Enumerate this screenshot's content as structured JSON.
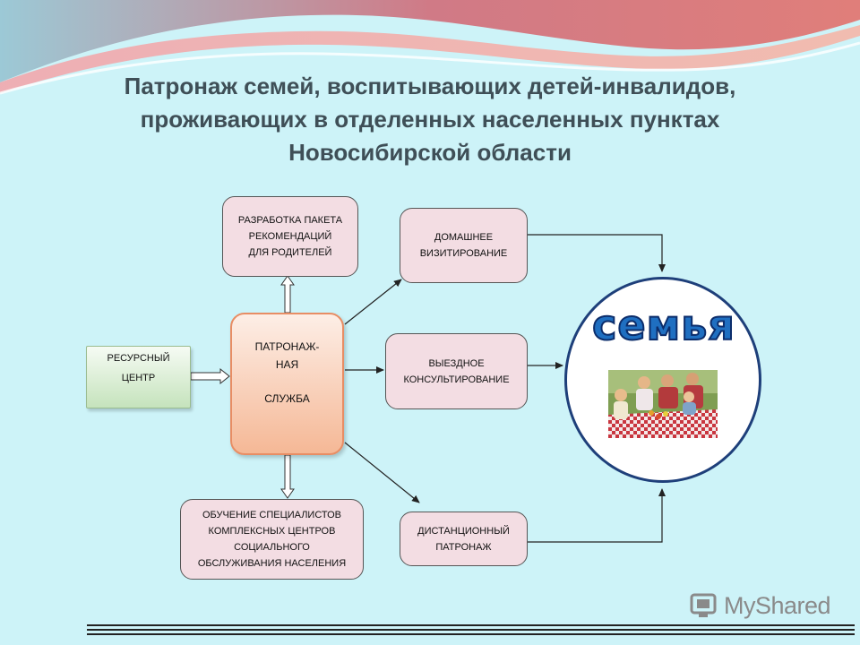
{
  "title": {
    "line1": "Патронаж семей, воспитывающих детей-инвалидов,",
    "line2": "проживающих в отделенных населенных пунктах",
    "line3": "Новосибирской области"
  },
  "nodes": {
    "resource_center": [
      "РЕСУРСНЫЙ",
      "ЦЕНТР"
    ],
    "patronage_service": [
      "ПАТРОНАЖ-",
      "НАЯ",
      "СЛУЖБА"
    ],
    "recommendations": [
      "РАЗРАБОТКА ПАКЕТА",
      "РЕКОМЕНДАЦИЙ",
      "ДЛЯ РОДИТЕЛЕЙ"
    ],
    "training": [
      "ОБУЧЕНИЕ СПЕЦИАЛИСТОВ",
      "КОМПЛЕКСНЫХ ЦЕНТРОВ",
      "СОЦИАЛЬНОГО",
      "ОБСЛУЖИВАНИЯ НАСЕЛЕНИЯ"
    ],
    "home_visiting": [
      "ДОМАШНЕЕ",
      "ВИЗИТИРОВАНИЕ"
    ],
    "outreach_consulting": [
      "ВЫЕЗДНОЕ",
      "КОНСУЛЬТИРОВАНИЕ"
    ],
    "remote_patronage": [
      "ДИСТАНЦИОННЫЙ",
      "ПАТРОНАЖ"
    ],
    "family": "семья"
  },
  "edges": [
    {
      "from": "resource_center",
      "to": "patronage_service"
    },
    {
      "from": "patronage_service",
      "to": "recommendations"
    },
    {
      "from": "patronage_service",
      "to": "training"
    },
    {
      "from": "patronage_service",
      "to": "home_visiting"
    },
    {
      "from": "patronage_service",
      "to": "outreach_consulting"
    },
    {
      "from": "patronage_service",
      "to": "remote_patronage"
    },
    {
      "from": "home_visiting",
      "to": "family"
    },
    {
      "from": "outreach_consulting",
      "to": "family"
    },
    {
      "from": "remote_patronage",
      "to": "family"
    }
  ],
  "logo": {
    "text": "MyShared"
  },
  "colors": {
    "background": "#cdf3f8",
    "box_fill": "#f3dde3",
    "service_fill": "#f5b896",
    "resource_fill": "#c5e3bc",
    "family_border": "#1e3f7a",
    "family_text": "#1f6fc1"
  }
}
